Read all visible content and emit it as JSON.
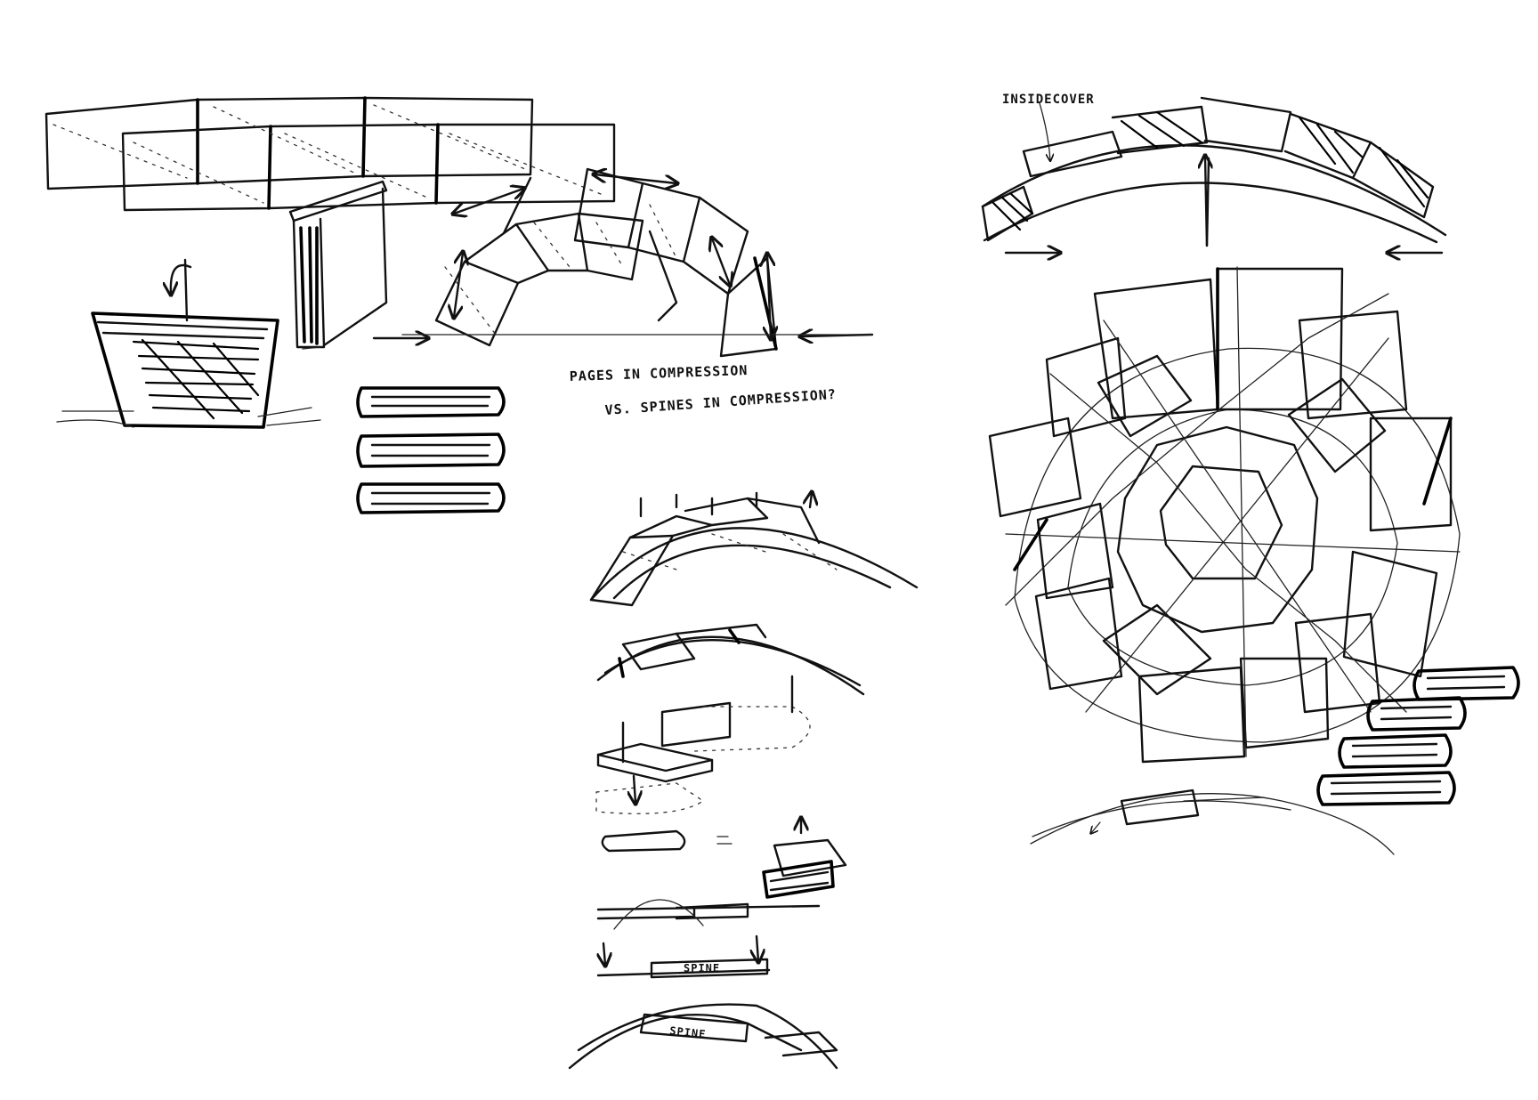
{
  "annotations": {
    "inside_cover": "INSIDECOVER",
    "pages_compression": "PAGES IN COMPRESSION",
    "vs_spines": "VS. SPINES IN COMPRESSION?",
    "spine_flat": "SPINE",
    "spine_arch": "SPINE"
  },
  "colors": {
    "ink": "#111111",
    "paper": "#ffffff"
  }
}
